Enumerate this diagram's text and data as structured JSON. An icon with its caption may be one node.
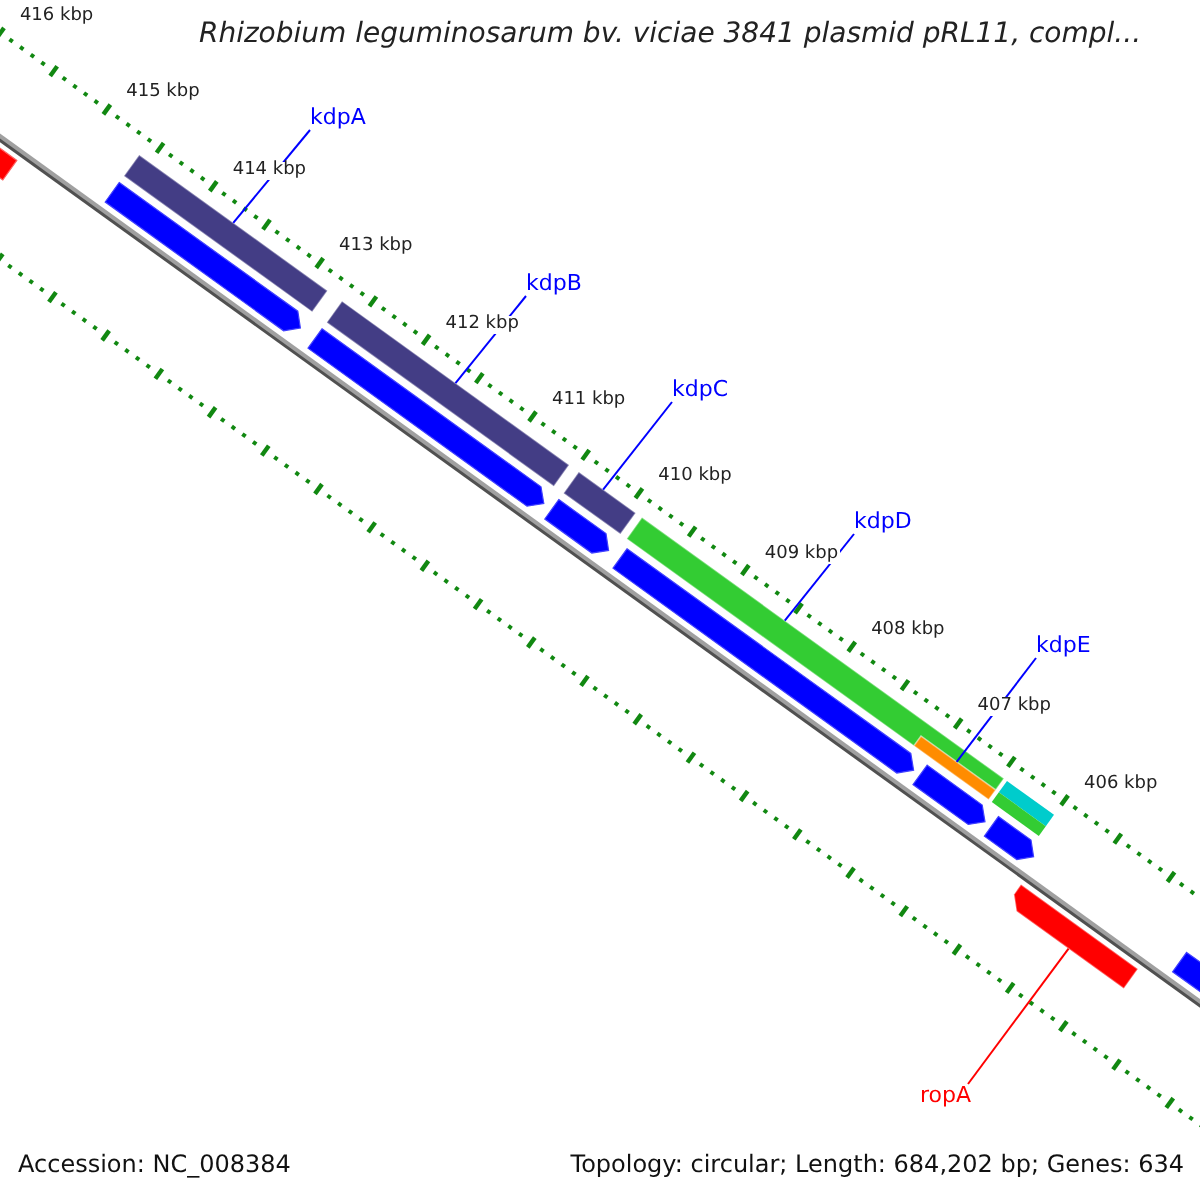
{
  "diagram": {
    "title": "Rhizobium leguminosarum bv. viciae 3841 plasmid pRL11, compl...",
    "nodes": [
      {
        "text": [
          "kdpA"
        ]
      },
      {
        "text": [
          "kdpB"
        ]
      },
      {
        "text": [
          "kdpC"
        ]
      },
      {
        "text": [
          "kdpD"
        ]
      },
      {
        "text": [
          "kdpE"
        ]
      },
      {
        "text": [
          "ropA"
        ]
      },
      {
        "text": [],
        "shape": "bar"
      },
      {
        "text": [],
        "shape": "bar"
      },
      {
        "text": [],
        "shape": "bar"
      },
      {
        "text": [],
        "shape": "bar"
      },
      {
        "text": [],
        "shape": "bar"
      },
      {
        "text": [],
        "shape": "bar"
      }
    ],
    "edges": [
      {
        "from": 0,
        "to": 6,
        "arrow": "none"
      },
      {
        "from": 1,
        "to": 7,
        "arrow": "none"
      },
      {
        "from": 2,
        "to": 8,
        "arrow": "none"
      },
      {
        "from": 3,
        "to": 9,
        "arrow": "none"
      },
      {
        "from": 4,
        "to": 10,
        "arrow": "none"
      },
      {
        "from": 5,
        "to": 11,
        "arrow": "none",
        "color": "#ff0000"
      }
    ],
    "labels": [
      "416 kbp",
      "415 kbp",
      "414 kbp",
      "413 kbp",
      "412 kbp",
      "411 kbp",
      "410 kbp",
      "409 kbp",
      "408 kbp",
      "407 kbp",
      "406 kbp",
      "Accession: NC_008384",
      "Topology: circular; Length: 684,202 bp; Genes: 634"
    ]
  }
}
